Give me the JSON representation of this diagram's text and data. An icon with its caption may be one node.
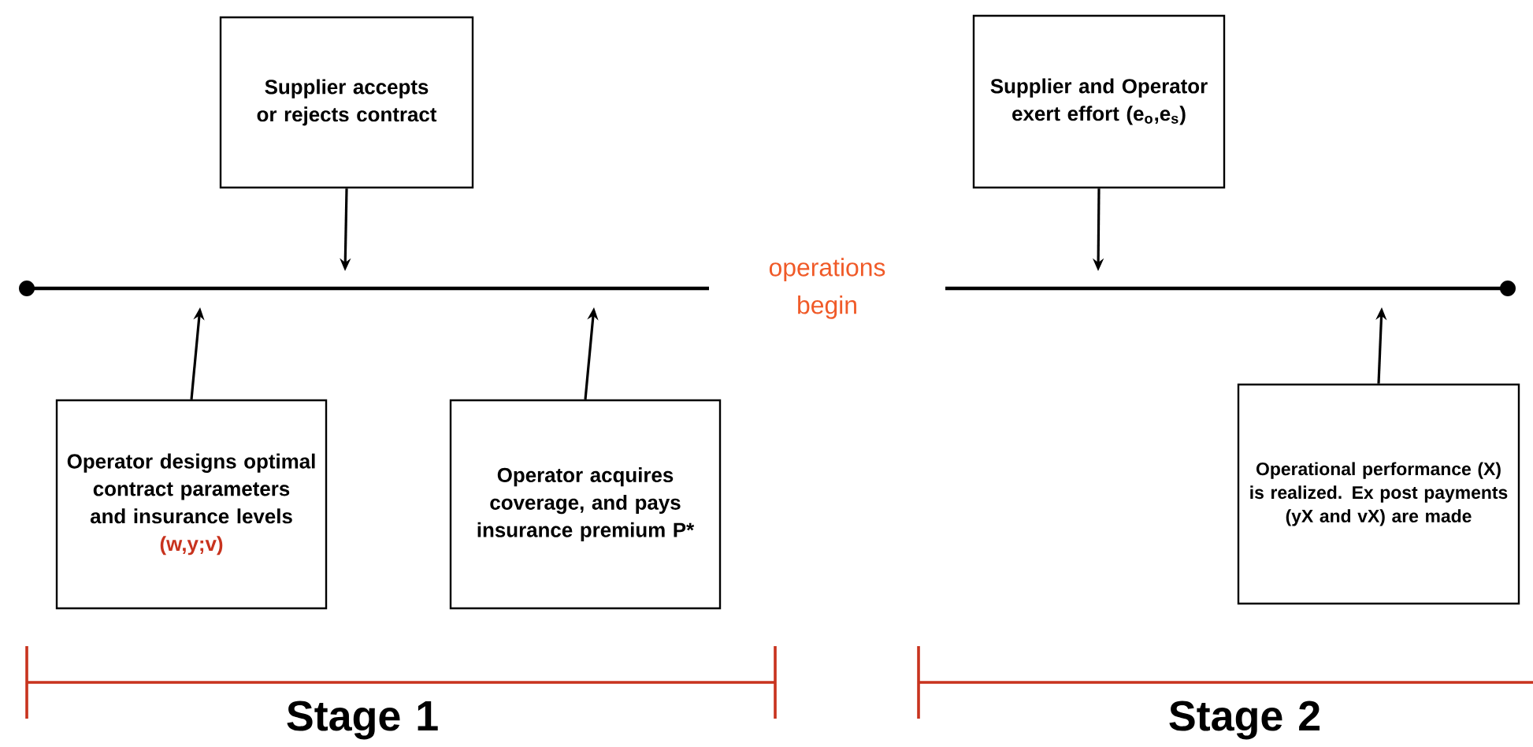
{
  "diagram": {
    "nodes": [
      {
        "text": [
          "Supplier accepts or rejects contract"
        ]
      },
      {
        "text": [
          "Supplier and Operator exert effort (e$_{o}$,e$_{s}$)"
        ]
      },
      {
        "text": [
          "Operator designs optimal contract parameters and insurance levels",
          "(w,y;v)"
        ]
      },
      {
        "text": [
          "Operator acquires coverage, and pays insurance premium P*"
        ]
      },
      {
        "text": [
          "Operational performance (X) is realized. Ex post payments (yX and vX) are made"
        ]
      }
    ],
    "edges": [
      {
        "from": 0,
        "to": null,
        "arrow": "to"
      },
      {
        "from": 1,
        "to": null,
        "arrow": "to"
      },
      {
        "from": 2,
        "to": null,
        "arrow": "to"
      },
      {
        "from": 3,
        "to": null,
        "arrow": "to"
      },
      {
        "from": 4,
        "to": null,
        "arrow": "to"
      }
    ],
    "labels": [
      "operations begin",
      "Stage 1",
      "Stage 2"
    ]
  }
}
